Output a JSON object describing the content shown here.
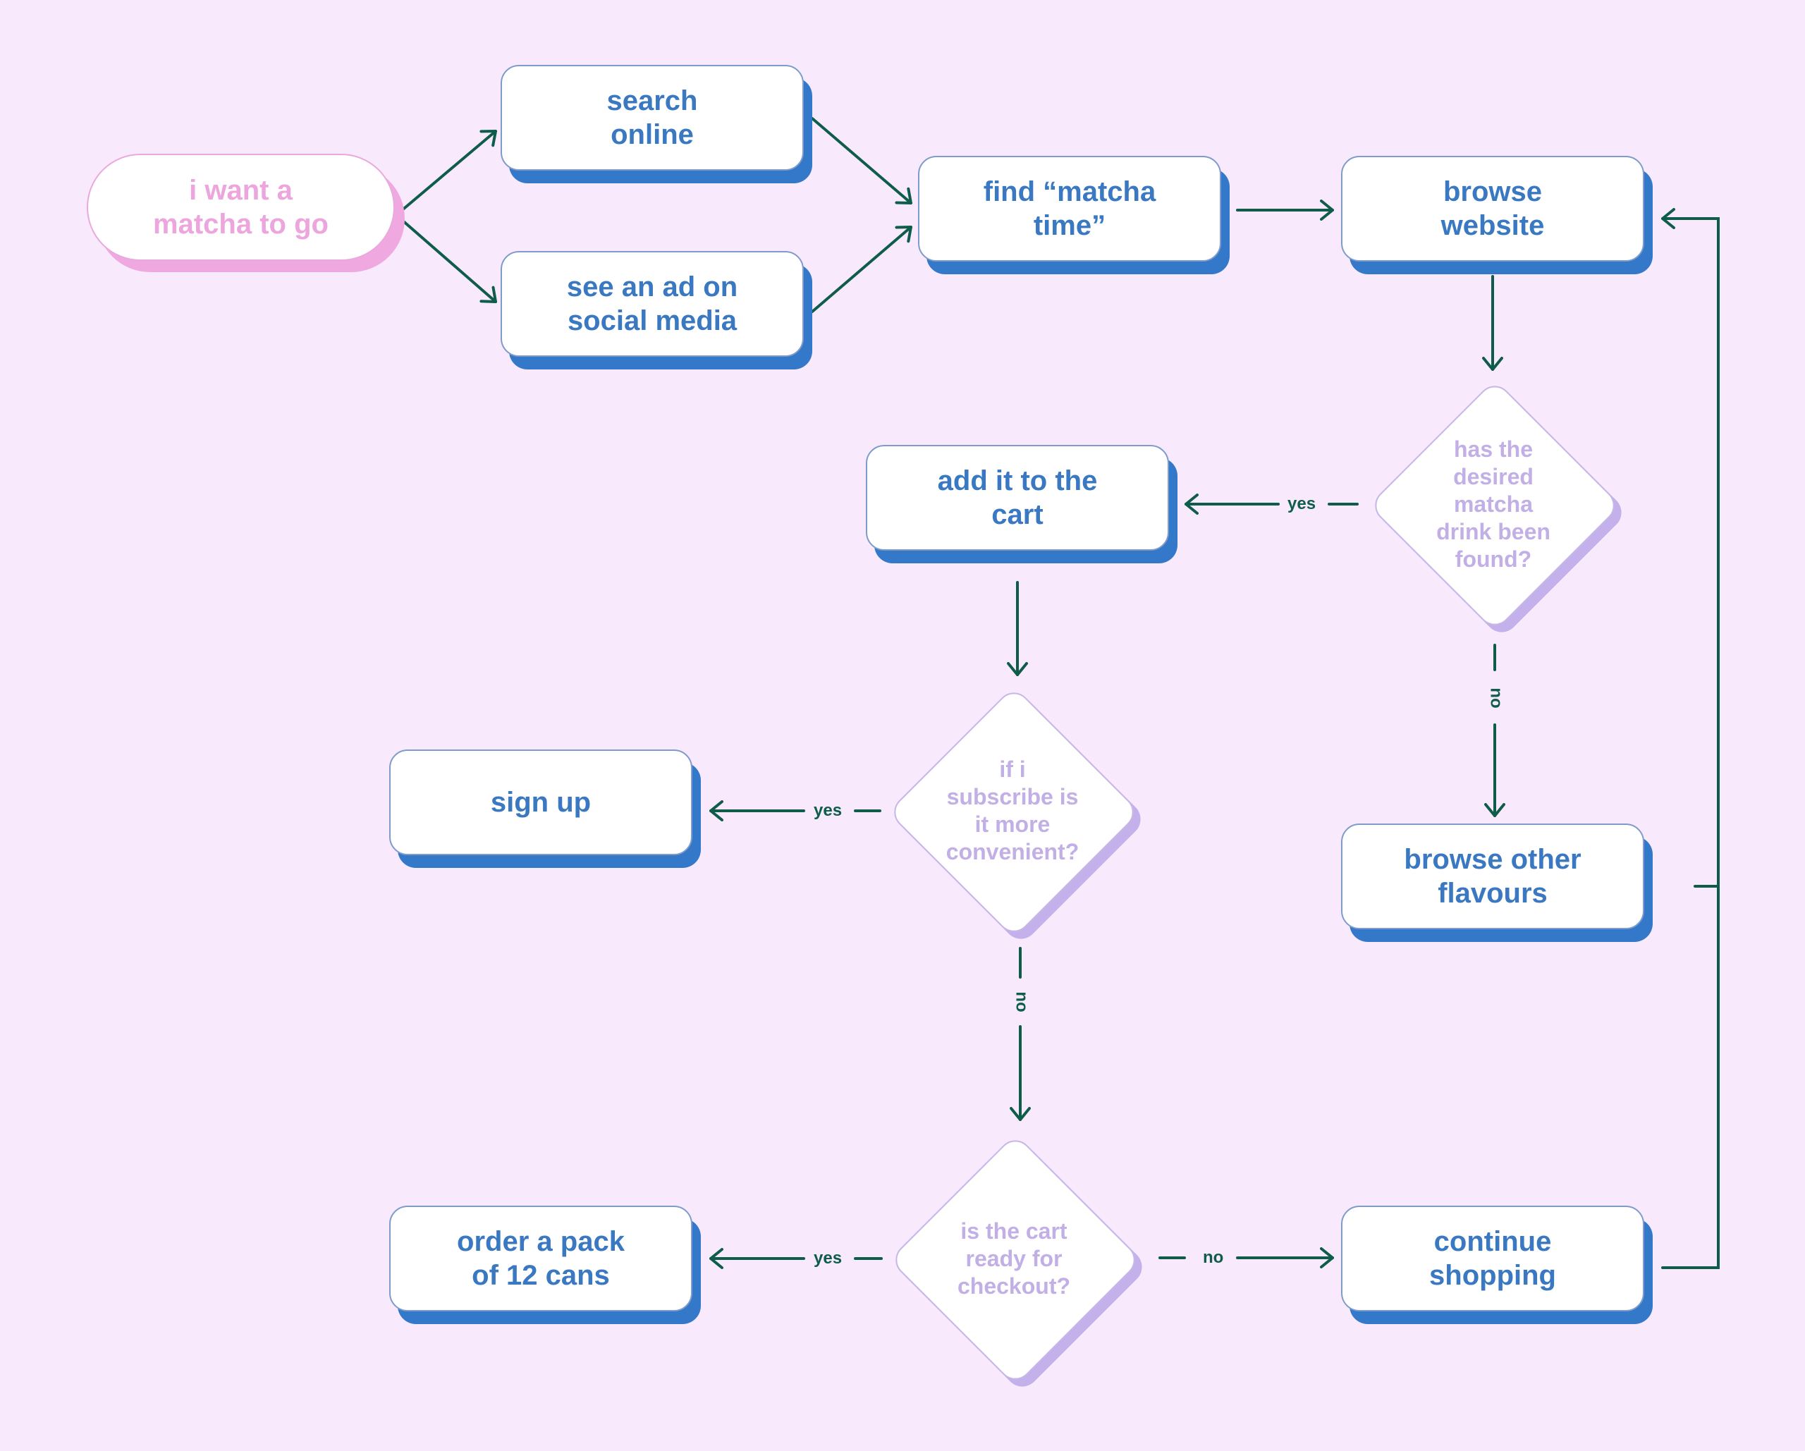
{
  "colors": {
    "background": "#f8eafc",
    "process_text": "#3a78c2",
    "process_shadow": "#3378c9",
    "start_text": "#eda5dd",
    "decision_text": "#c1afe6",
    "decision_shadow": "#c4b0ea",
    "connector": "#0f5c4a"
  },
  "nodes": {
    "start": "i want a\nmatcha to go",
    "search_online": "search\nonline",
    "see_ad": "see an ad on\nsocial media",
    "find_matcha_time": "find “matcha\ntime”",
    "browse_website": "browse\nwebsite",
    "add_to_cart": "add it to the\ncart",
    "sign_up": "sign up",
    "browse_other_flavours": "browse other\nflavours",
    "order_pack": "order a pack\nof 12 cans",
    "continue_shopping": "continue\nshopping"
  },
  "decisions": {
    "drink_found": "has the\ndesired\nmatcha\ndrink been\nfound?",
    "subscribe": "if i\nsubscribe is\nit more\nconvenient?",
    "cart_ready": "is the cart\nready for\ncheckout?"
  },
  "edge_labels": {
    "drink_found_yes": "yes",
    "drink_found_no": "no",
    "subscribe_yes": "yes",
    "subscribe_no": "no",
    "cart_ready_yes": "yes",
    "cart_ready_no": "no"
  }
}
